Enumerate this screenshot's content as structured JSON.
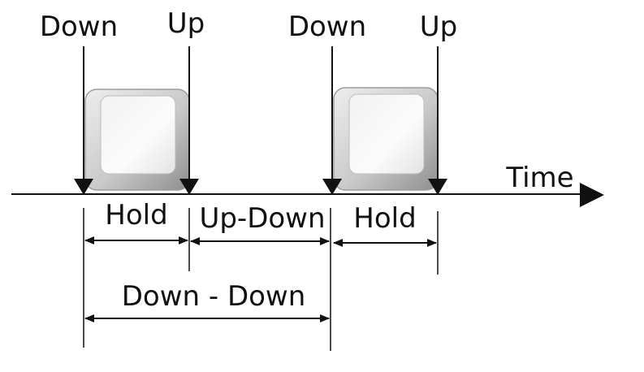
{
  "events": {
    "first_down": "Down",
    "first_up": "Up",
    "second_down": "Down",
    "second_up": "Up"
  },
  "axis": {
    "label": "Time"
  },
  "intervals": {
    "hold_first": "Hold",
    "up_down": "Up-Down",
    "hold_second": "Hold",
    "down_down": "Down - Down"
  },
  "colors": {
    "ink": "#111111",
    "key_light": "#f4f4f4",
    "key_dark": "#9a9a9a"
  }
}
